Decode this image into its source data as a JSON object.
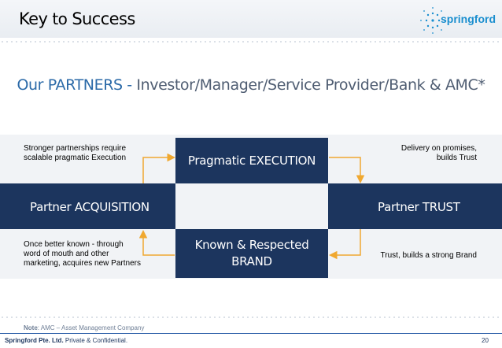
{
  "header": {
    "title_key": "Key",
    "title_to": "to",
    "title_success": "Success",
    "logo_text": "springford"
  },
  "partners": {
    "lead": "Our PARTNERS -",
    "rest": " Investor/Manager/Service Provider/Bank & AMC*"
  },
  "diagram": {
    "execution": "Pragmatic EXECUTION",
    "brand_line1": "Known & Respected",
    "brand_line2": "BRAND",
    "acquisition": "Partner ACQUISITION",
    "trust": "Partner TRUST",
    "note_top_left_1": "Stronger partnerships require",
    "note_top_left_2": "scalable pragmatic Execution",
    "note_top_right_1": "Delivery on promises,",
    "note_top_right_2": "builds Trust",
    "note_bottom_left_1": "Once better known - through",
    "note_bottom_left_2": "word of mouth and other",
    "note_bottom_left_3": "marketing, acquires new Partners",
    "note_bottom_right": "Trust, builds a strong Brand",
    "arrow_color": "#f0a830"
  },
  "footnote": {
    "label": "Note",
    "text": ": AMC – Asset Management Company"
  },
  "footer": {
    "company": "Springford Pte. Ltd.",
    "confidential": " Private & Confidential.",
    "page": "20"
  }
}
